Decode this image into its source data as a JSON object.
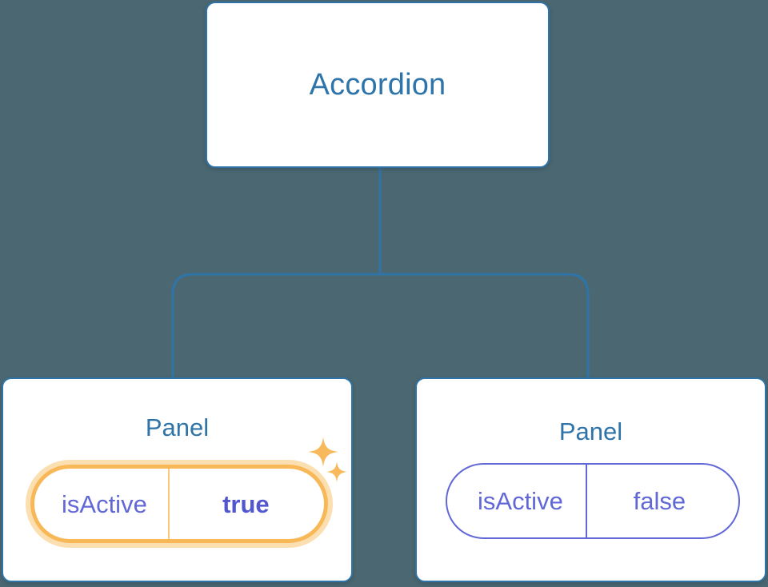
{
  "diagram": {
    "type": "component-tree",
    "background_color": "#4b6872",
    "edge_color": "#2f74a8",
    "node_border_color": "#2f74a8",
    "node_fill_color": "#ffffff",
    "title_color": "#2f74a8",
    "prop_color": "#6168d6",
    "highlight_color": "#f9b857",
    "highlight_halo_color": "#fbdfb0",
    "sparkle_color": "#f7b95b"
  },
  "root": {
    "label": "Accordion"
  },
  "panels": [
    {
      "label": "Panel",
      "highlighted": true,
      "prop": {
        "key": "isActive",
        "value": "true"
      }
    },
    {
      "label": "Panel",
      "highlighted": false,
      "prop": {
        "key": "isActive",
        "value": "false"
      }
    }
  ],
  "icons": {
    "sparkle_large": "sparkle-icon",
    "sparkle_small": "sparkle-icon"
  }
}
